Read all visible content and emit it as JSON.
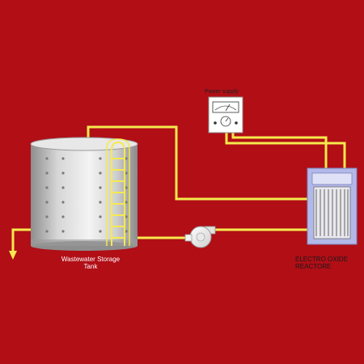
{
  "colors": {
    "background": "#b10e16",
    "pipe": "#f5e94e",
    "tank_body": "#c7c7c7",
    "reactor_frame": "#b2b8e8"
  },
  "labels": {
    "power_supply": "Power supply",
    "tank_line1": "Wastewater Storage",
    "tank_line2": "Tank",
    "reactor_line1": "ELECTRO OXIDE",
    "reactor_line2": "REACTORE"
  },
  "icons": {
    "tank": "storage-tank-icon",
    "ladder": "ladder-icon",
    "pump": "centrifugal-pump-icon",
    "power_supply": "meter-icon",
    "reactor": "reactor-icon",
    "outlet_arrow": "arrow-down-icon"
  }
}
